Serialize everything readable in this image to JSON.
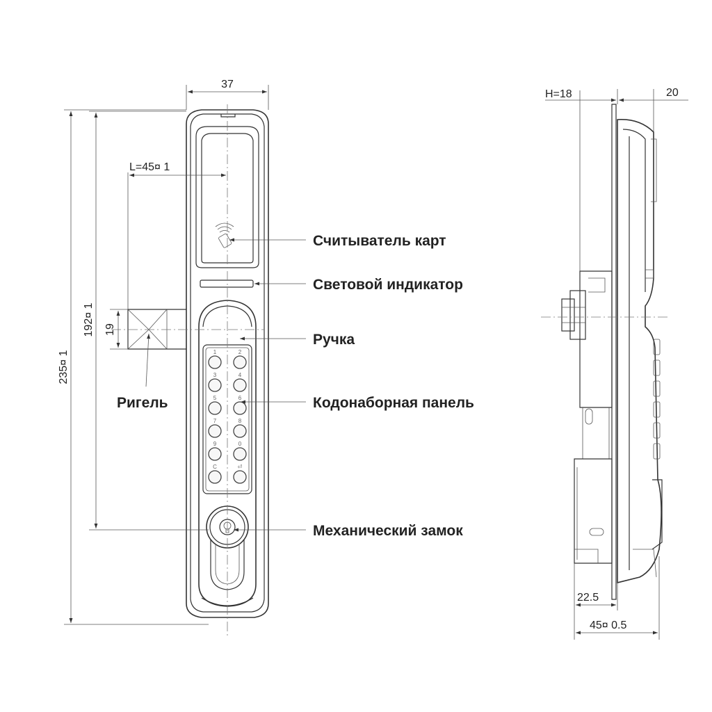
{
  "front_view": {
    "width_label": "37",
    "bolt_length_label": "L=45¤ 1",
    "bolt_height_label": "19",
    "mid_height_label": "192¤ 1",
    "total_height_label": "235¤ 1",
    "keypad_digits": [
      "1",
      "2",
      "3",
      "4",
      "5",
      "6",
      "7",
      "8",
      "9",
      "0",
      "C",
      "⏎"
    ]
  },
  "callouts": {
    "card_reader": "Считыватель карт",
    "indicator": "Световой индикатор",
    "handle": "Ручка",
    "keypad": "Кодонаборная панель",
    "mechanical_lock": "Механический замок",
    "bolt": "Ригель"
  },
  "side_view": {
    "door_thickness_label": "H=18",
    "depth_label": "20",
    "inner_depth_label": "22.5",
    "total_depth_label": "45¤ 0.5"
  }
}
